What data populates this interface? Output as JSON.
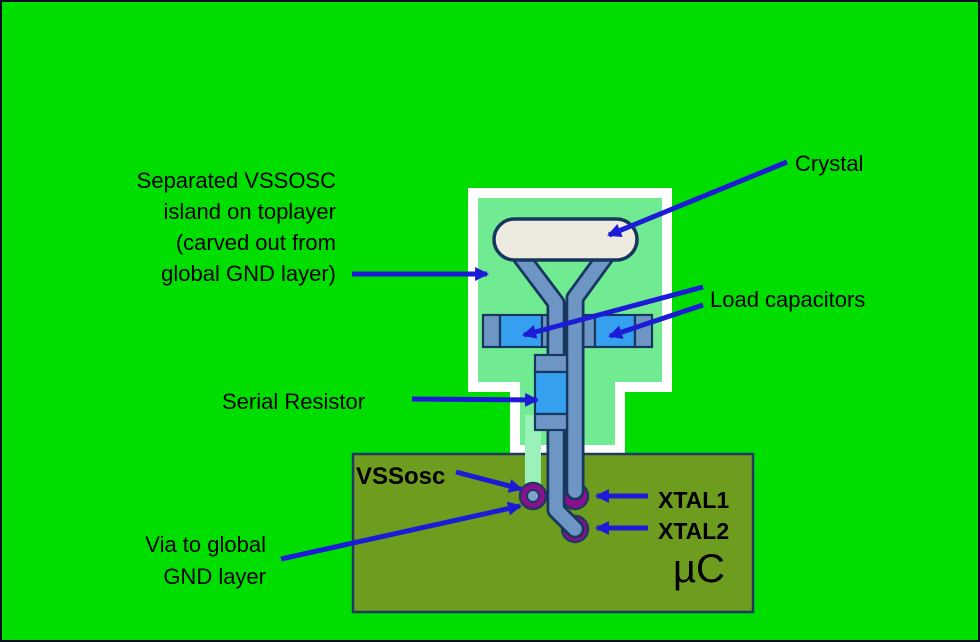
{
  "diagram": {
    "labels": {
      "island": "Separated VSSOSC\nisland on toplayer\n(carved out from\nglobal GND layer)",
      "crystal": "Crystal",
      "load_capacitors": "Load capacitors",
      "serial_resistor": "Serial Resistor",
      "vssosc": "VSSosc",
      "xtal1": "XTAL1",
      "xtal2": "XTAL2",
      "uc": "µC",
      "via_gnd": "Via to global\nGND layer"
    },
    "colors": {
      "background": "#00DE00",
      "island_fill": "#70EB92",
      "island_border": "#FFFFFF",
      "vssosc_strip": "#9AF2BA",
      "uc_fill": "#6D9C1E",
      "crystal_fill": "#EDEAE0",
      "trace_fill": "#6E96C4",
      "component_outline": "#17375E",
      "capacitor_fill": "#35A0F0",
      "via_ring": "#8E0F8E",
      "via_center": "#7FA3CB",
      "arrow": "#1C1CD6",
      "text": "#000000"
    }
  }
}
